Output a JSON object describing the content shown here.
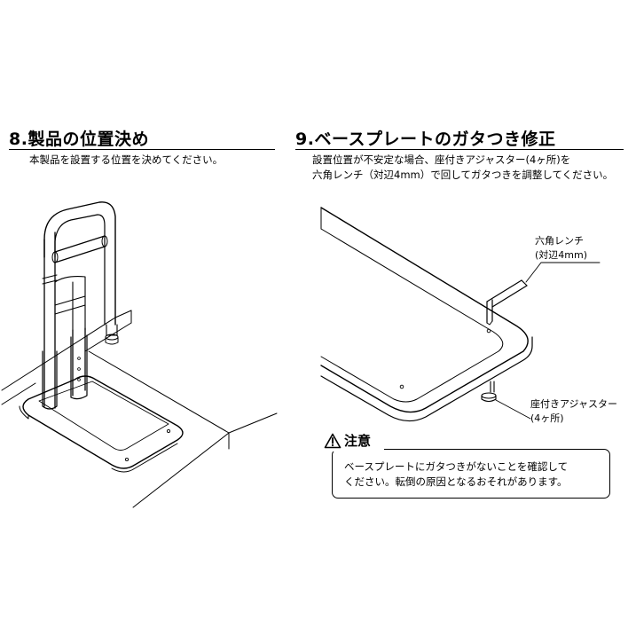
{
  "section8": {
    "heading": "8.製品の位置決め",
    "caption": "本製品を設置する位置を決めてください。"
  },
  "section9": {
    "heading": "9.ベースプレートのガタつき修正",
    "caption_line1": "設置位置が不安定な場合、座付きアジャスター(4ヶ所)を",
    "caption_line2": "六角レンチ（対辺4mm）で回してガタつきを調整してください。",
    "labels": {
      "wrench_line1": "六角レンチ",
      "wrench_line2": "(対辺4mm)",
      "adjuster_line1": "座付きアジャスター",
      "adjuster_line2": "(4ヶ所)"
    }
  },
  "caution": {
    "icon": "warning-triangle-icon",
    "title": "注意",
    "line1": "ベースプレートにガタつきがないことを確認して",
    "line2": "ください。転倒の原因となるおそれがあります。"
  }
}
